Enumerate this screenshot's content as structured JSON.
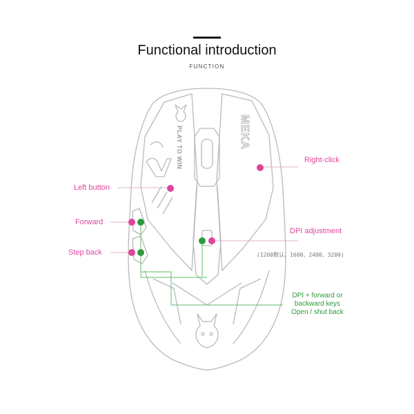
{
  "header": {
    "title": "Functional introduction",
    "subtitle": "FUNCTION"
  },
  "mouse_text": {
    "brand_vertical": "MEKA",
    "slogan": "PLAY TO WIN"
  },
  "labels": {
    "left_button": "Left button",
    "right_click": "Right-click",
    "forward": "Forward",
    "step_back": "Step back",
    "dpi_adjustment": "DPI adjustment",
    "dpi_values": "(1200默认、1600、2400、3200)",
    "combo_line1": "DPI + forward or",
    "combo_line2": "backward keys",
    "combo_line3": "Open / shut back"
  },
  "colors": {
    "pink": "#e0449c",
    "green": "#2e9a3c",
    "outline": "#b9b9b9"
  }
}
